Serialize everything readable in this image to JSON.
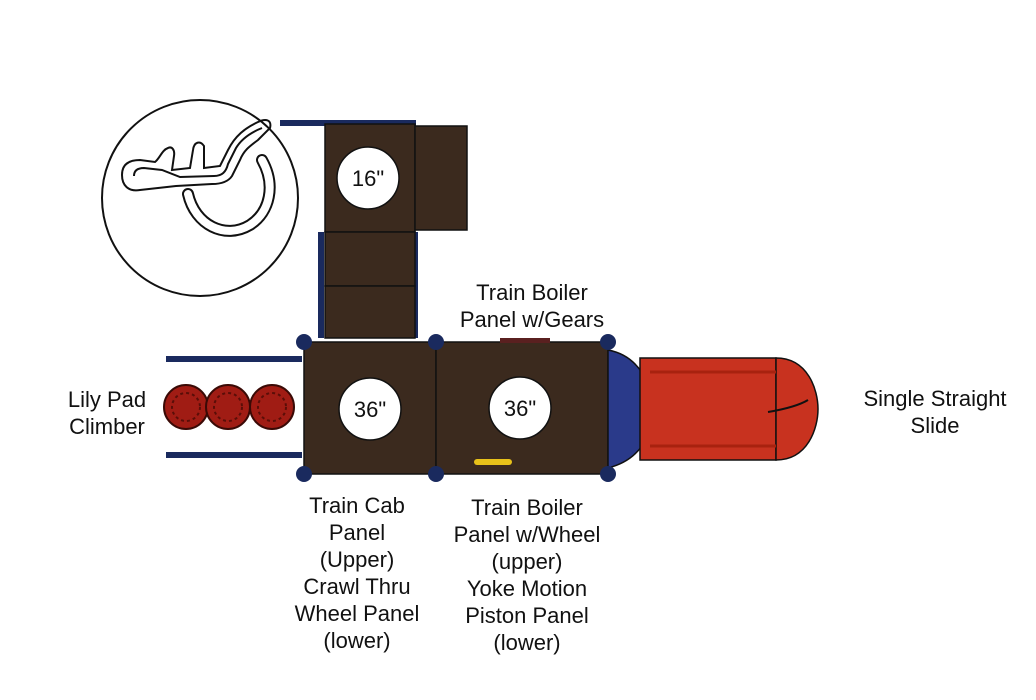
{
  "decks": {
    "upper_left": "16\"",
    "main_left": "36\"",
    "main_right": "36\""
  },
  "labels": {
    "train_boiler_gears": [
      "Train Boiler",
      "Panel w/Gears"
    ],
    "lily_pad": [
      "Lily Pad",
      "Climber"
    ],
    "slide": [
      "Single Straight",
      "Slide"
    ],
    "train_cab": [
      "Train Cab",
      "Panel",
      "(Upper)",
      "Crawl Thru",
      "Wheel Panel",
      "(lower)"
    ],
    "train_boiler_wheel": [
      "Train Boiler",
      "Panel w/Wheel",
      "(upper)",
      "Yoke Motion",
      "Piston Panel",
      "(lower)"
    ]
  },
  "colors": {
    "deck_brown": "#3b2a1e",
    "post_navy": "#1a2a5e",
    "slide_red": "#c8321f",
    "hood_blue": "#2a3a8a",
    "lilypad_red": "#a01c14",
    "accent_yellow": "#e8c21a"
  }
}
